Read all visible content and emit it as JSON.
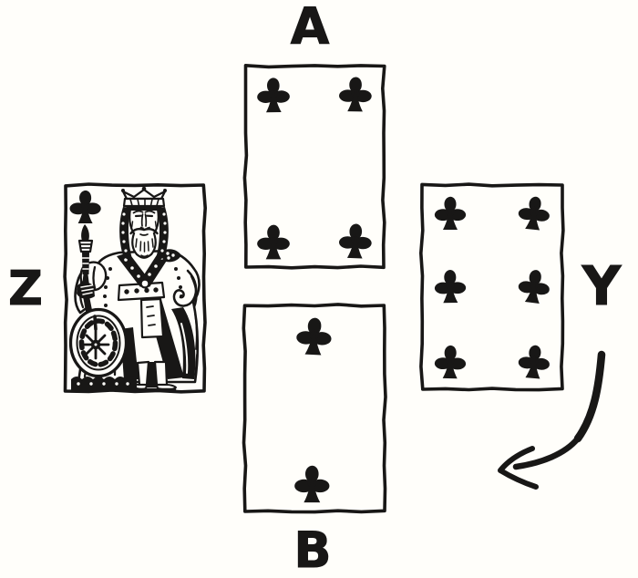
{
  "paper_color": "#fffefa",
  "ink_color": "#181716",
  "players": {
    "north": {
      "label": "A",
      "card": {
        "rank": "4",
        "suit": "clubs",
        "name": "four of clubs"
      }
    },
    "east": {
      "label": "Y",
      "card": {
        "rank": "6",
        "suit": "clubs",
        "name": "six of clubs"
      }
    },
    "south": {
      "label": "B",
      "card": {
        "rank": "2",
        "suit": "clubs",
        "name": "two of clubs"
      }
    },
    "west": {
      "label": "Z",
      "card": {
        "rank": "K",
        "suit": "clubs",
        "name": "king of clubs"
      }
    }
  },
  "arrow": {
    "from": "Y",
    "to": "B",
    "shape": "curved arrow sweeping down and to the left"
  }
}
